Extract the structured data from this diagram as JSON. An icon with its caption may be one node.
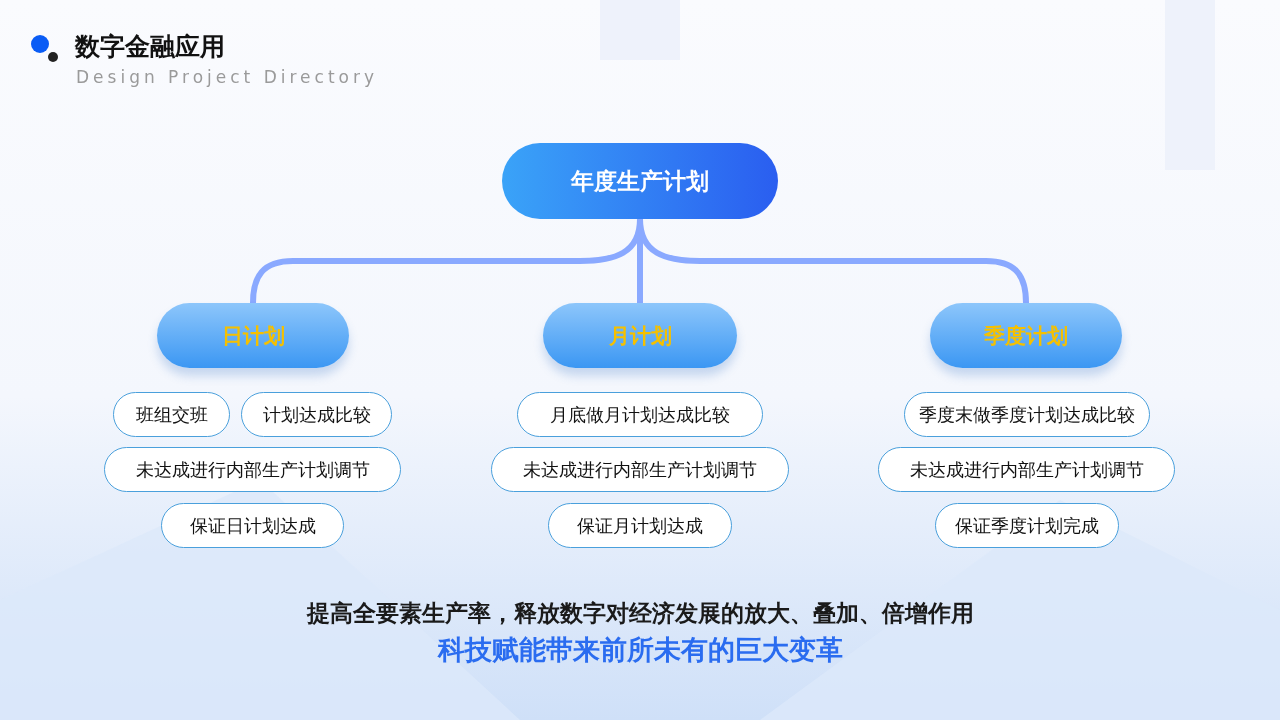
{
  "diagram": {
    "title": "数字金融应用",
    "nodes": [
      {
        "text": [
          "年度生产计划"
        ]
      },
      {
        "text": [
          "日计划"
        ]
      },
      {
        "text": [
          "月计划"
        ]
      },
      {
        "text": [
          "季度计划"
        ]
      },
      {
        "text": [
          "班组交班"
        ]
      },
      {
        "text": [
          "计划达成比较"
        ]
      },
      {
        "text": [
          "未达成进行内部生产计划调节"
        ]
      },
      {
        "text": [
          "保证日计划达成"
        ]
      },
      {
        "text": [
          "月底做月计划达成比较"
        ]
      },
      {
        "text": [
          "未达成进行内部生产计划调节"
        ]
      },
      {
        "text": [
          "保证月计划达成"
        ]
      },
      {
        "text": [
          "季度末做季度计划达成比较"
        ]
      },
      {
        "text": [
          "未达成进行内部生产计划调节"
        ]
      },
      {
        "text": [
          "保证季度计划完成"
        ]
      }
    ],
    "edges": [
      {
        "from": 0,
        "to": 1,
        "arrow": "none"
      },
      {
        "from": 0,
        "to": 2,
        "arrow": "none"
      },
      {
        "from": 0,
        "to": 3,
        "arrow": "none"
      }
    ],
    "labels": [
      "Design Project Directory",
      "提高全要素生产率，释放数字对经济发展的放大、叠加、倍增作用",
      "科技赋能带来前所未有的巨大变革"
    ]
  }
}
